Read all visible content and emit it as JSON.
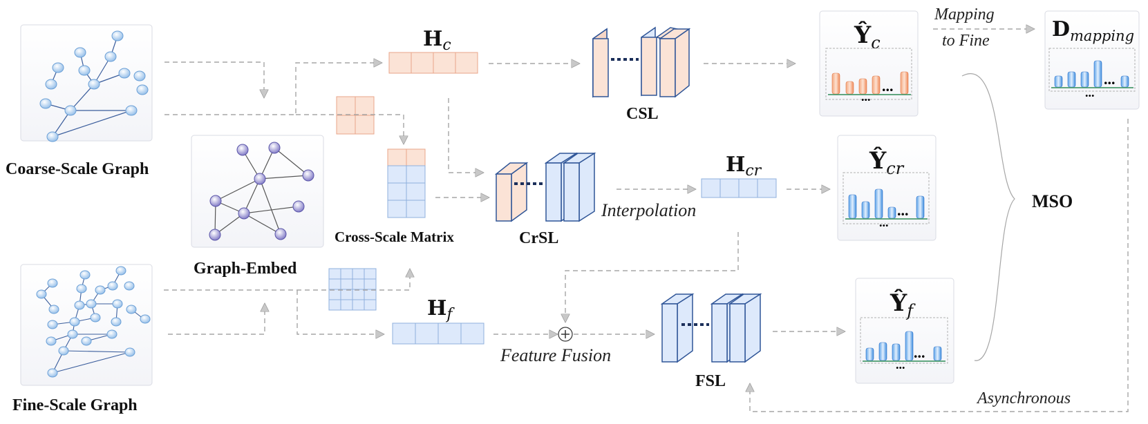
{
  "labels": {
    "coarse_graph": "Coarse-Scale Graph",
    "fine_graph": "Fine-Scale Graph",
    "graph_embed": "Graph-Embed",
    "cross_scale_matrix": "Cross-Scale Matrix",
    "csl": "CSL",
    "crsl": "CrSL",
    "fsl": "FSL",
    "interpolation": "Interpolation",
    "feature_fusion": "Feature Fusion",
    "mapping_to_fine_line1": "Mapping",
    "mapping_to_fine_line2": "to Fine",
    "mso": "MSO",
    "asynchronous": "Asynchronous"
  },
  "math": {
    "hc_base": "H",
    "hc_sub": "c",
    "hcr_base": "H",
    "hcr_sub": "cr",
    "hf_base": "H",
    "hf_sub": "f",
    "yc_base": "Ŷ",
    "yc_sub": "c",
    "ycr_base": "Ŷ",
    "ycr_sub": "cr",
    "yf_base": "Ŷ",
    "yf_sub": "f",
    "d_base": "D",
    "d_sub": "mapping"
  },
  "ellipsis": {
    "dots": "...",
    "vdots": "..."
  },
  "colors": {
    "orange_fill": "#fbe3d6",
    "orange_stroke": "#e8a58a",
    "blue_fill": "#dde9fb",
    "blue_stroke": "#2f5597",
    "arrow": "#a6a6a6",
    "node": "#9dc3e6",
    "purple_node": "#8c88c8"
  }
}
